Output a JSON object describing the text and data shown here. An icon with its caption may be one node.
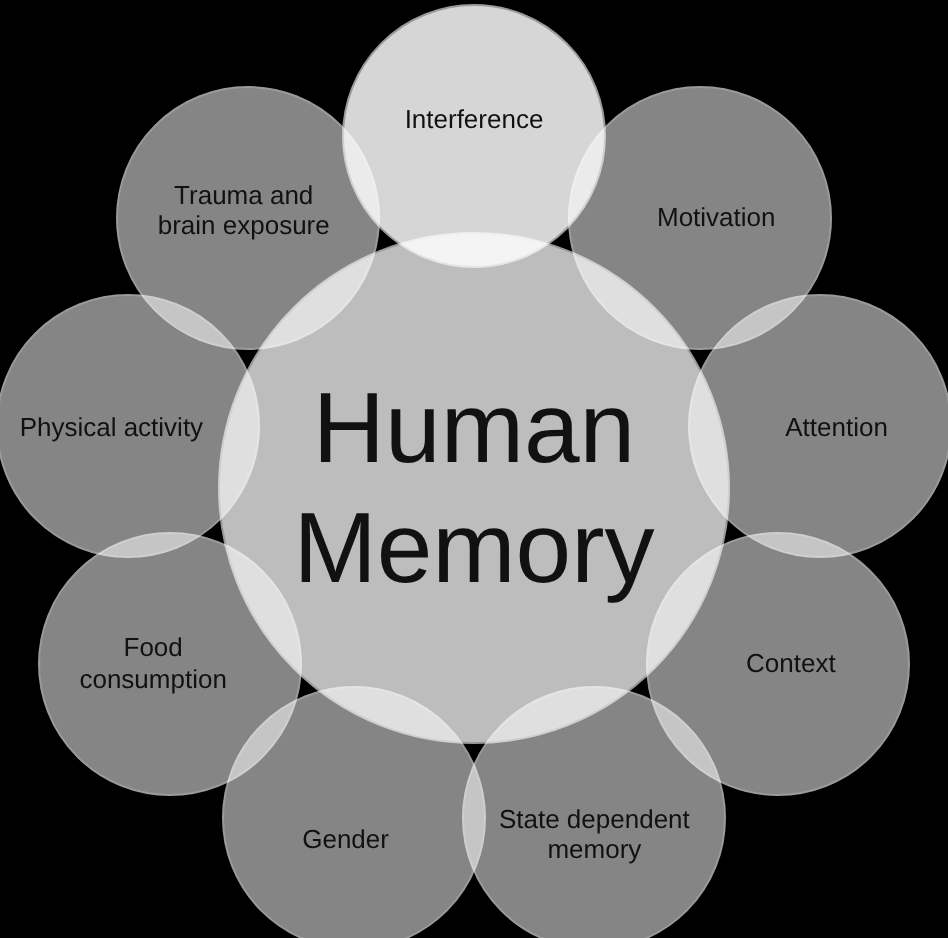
{
  "diagram": {
    "nodes": [
      {
        "text": [
          "Human Memory"
        ]
      },
      {
        "text": [
          "Interference"
        ]
      },
      {
        "text": [
          "Motivation"
        ]
      },
      {
        "text": [
          "Attention"
        ]
      },
      {
        "text": [
          "Context"
        ]
      },
      {
        "text": [
          "State dependent memory"
        ]
      },
      {
        "text": [
          "Gender"
        ]
      },
      {
        "text": [
          "Food consumption"
        ]
      },
      {
        "text": [
          "Physical activity"
        ]
      },
      {
        "text": [
          "Trauma and brain exposure"
        ]
      }
    ]
  }
}
